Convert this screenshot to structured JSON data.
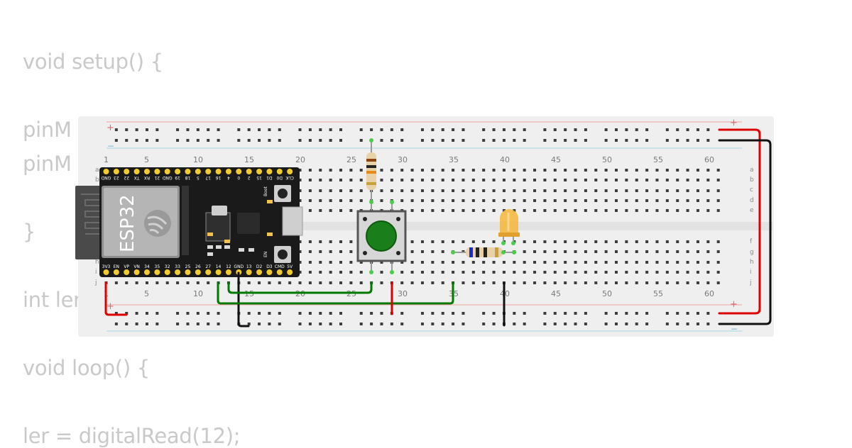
{
  "code_lines": [
    "void setup() {",
    "pinM",
    "pinM",
    "}",
    "int ler",
    "void loop() {",
    "ler = digitalRead(12);"
  ],
  "breadcrumb": {
    "column_numbers": [
      "1",
      "5",
      "10",
      "15",
      "20",
      "25",
      "30",
      "35",
      "40",
      "45",
      "50",
      "55",
      "60"
    ],
    "row_letters_top": [
      "a",
      "b",
      "c",
      "d",
      "e"
    ],
    "row_letters_bottom": [
      "f",
      "g",
      "h",
      "i",
      "j"
    ],
    "rail_plus": "+",
    "rail_minus": "−"
  },
  "esp32": {
    "label": "ESP32",
    "boot_label": "Boot",
    "en_label": "EN",
    "top_pins": [
      "GND",
      "23",
      "22",
      "TX",
      "RX",
      "21",
      "GND",
      "19",
      "18",
      "5",
      "17",
      "16",
      "4",
      "0",
      "2",
      "15",
      "D1",
      "D0",
      "CLK"
    ],
    "bottom_pins": [
      "3V3",
      "EN",
      "VP",
      "VN",
      "34",
      "35",
      "32",
      "33",
      "25",
      "26",
      "27",
      "14",
      "12",
      "GND",
      "13",
      "D2",
      "D3",
      "CMD",
      "5V"
    ]
  },
  "colors": {
    "wire_red": "#dd0000",
    "wire_black": "#111111",
    "wire_green": "#007a00",
    "button_cap": "#1a7f1a",
    "led_body": "#f5b942",
    "board_pcb": "#1a1a1a",
    "breadboard": "#efefef"
  }
}
